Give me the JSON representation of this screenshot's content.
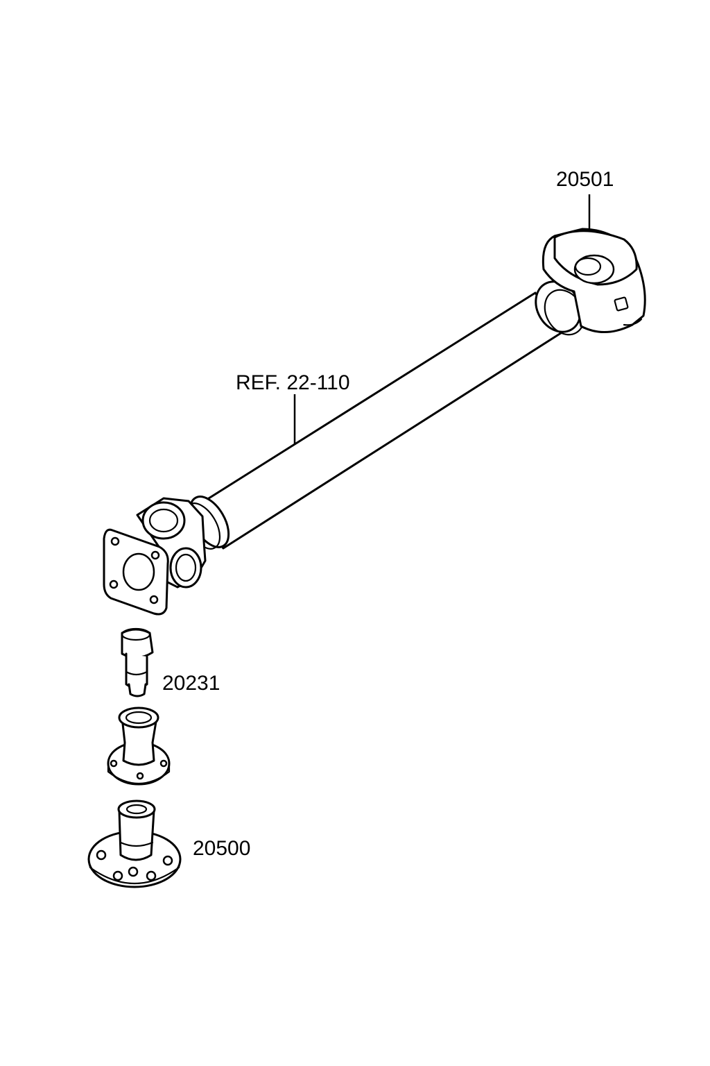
{
  "callouts": {
    "part_20501": "20501",
    "ref_shaft": "REF. 22-110",
    "part_20231": "20231",
    "part_20500": "20500"
  }
}
